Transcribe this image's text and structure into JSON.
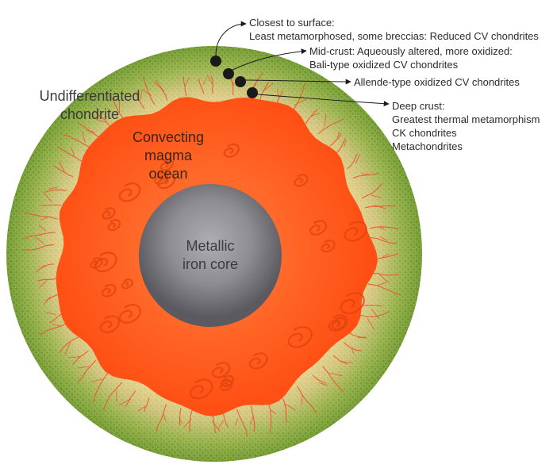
{
  "regions": {
    "crust": {
      "line1": "Undifferentiated",
      "line2": "chondrite"
    },
    "ocean": {
      "line1": "Convecting",
      "line2": "magma",
      "line3": "ocean"
    },
    "core": {
      "line1": "Metallic",
      "line2": "iron core"
    }
  },
  "annotations": [
    {
      "lines": [
        "Closest to surface:",
        "Least metamorphosed, some breccias: Reduced CV chondrites"
      ]
    },
    {
      "lines": [
        "Mid-crust: Aqueously altered, more oxidized:",
        "Bali-type oxidized CV chondrites"
      ]
    },
    {
      "lines": [
        "Allende-type oxidized CV chondrites"
      ]
    },
    {
      "lines": [
        "Deep crust:",
        "Greatest thermal metamorphism",
        "CK chondrites",
        "Metachondrites"
      ]
    }
  ],
  "colors": {
    "crust_outer": "#6f9a2a",
    "crust_inner": "#e6cf86",
    "magma": "#ff5a1c",
    "magma_dark": "#e8400c",
    "core_light": "#d0d0d4",
    "core_dark": "#55555c",
    "vein": "#e8552a",
    "marker": "#1a1a1a"
  }
}
